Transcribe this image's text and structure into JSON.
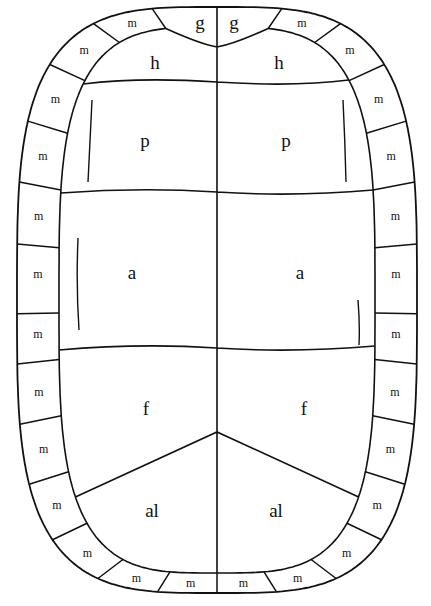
{
  "diagram": {
    "labels": [
      "g",
      "g",
      "h",
      "h",
      "p",
      "p",
      "a",
      "a",
      "f",
      "f",
      "al",
      "al",
      "m",
      "m",
      "m",
      "m",
      "m",
      "m",
      "m",
      "m",
      "m",
      "m",
      "m",
      "m",
      "m",
      "m",
      "m",
      "m",
      "m",
      "m",
      "m",
      "m",
      "m",
      "m",
      "m",
      "m",
      "m",
      "m"
    ]
  }
}
